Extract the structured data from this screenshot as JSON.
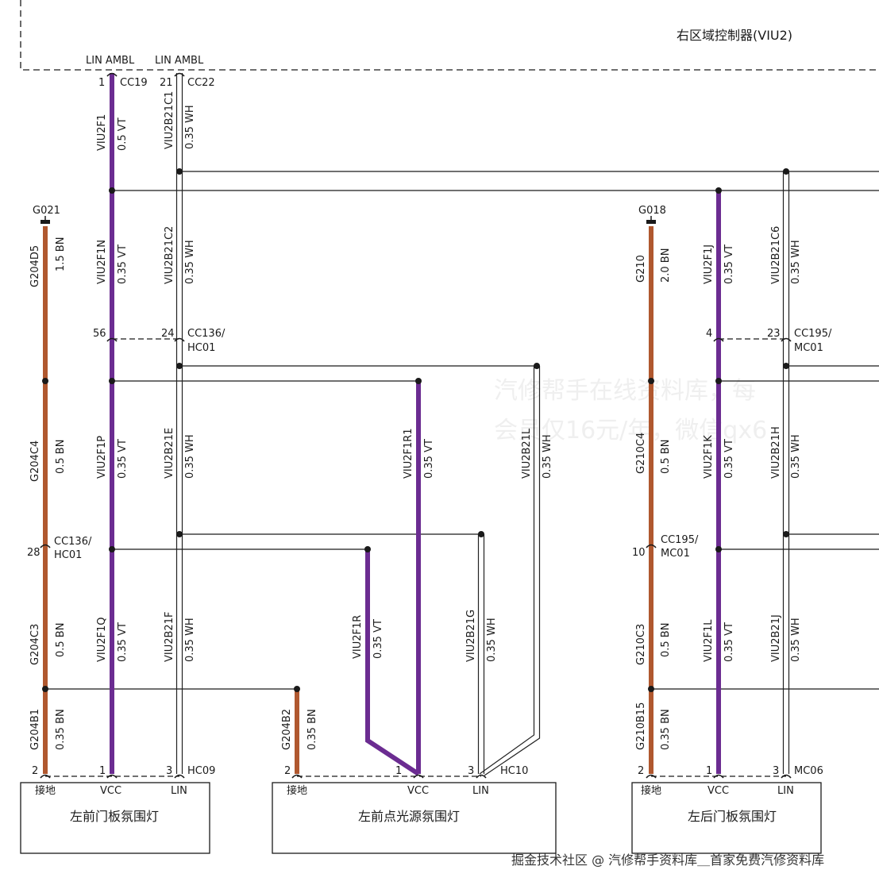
{
  "controller": {
    "name": "右区域控制器(VIU2)",
    "pin_labels": [
      "LIN AMBL",
      "LIN AMBL"
    ],
    "pins": [
      {
        "pin": "1",
        "connector": "CC19"
      },
      {
        "pin": "21",
        "connector": "CC22"
      }
    ]
  },
  "colors": {
    "wire_vt": "#6b2c91",
    "wire_bn": "#b0582f",
    "wire_wh_outline": "#222222",
    "line": "#1a1a1a"
  },
  "grounds": [
    {
      "name": "G021"
    },
    {
      "name": "G018"
    }
  ],
  "inline_connectors": [
    {
      "name": "CC136/",
      "sub": "HC01",
      "pins": [
        "56",
        "24"
      ]
    },
    {
      "name": "CC195/",
      "sub": "MC01",
      "pins": [
        "4",
        "23"
      ]
    },
    {
      "name": "CC136/",
      "sub": "HC01",
      "pins": [
        "28"
      ]
    },
    {
      "name": "CC195/",
      "sub": "MC01",
      "pins": [
        "10"
      ]
    }
  ],
  "wires": [
    {
      "id": "VIU2F1",
      "spec": "0.5 VT"
    },
    {
      "id": "VIU2B21C1",
      "spec": "0.35 WH"
    },
    {
      "id": "VIU2F1N",
      "spec": "0.35 VT"
    },
    {
      "id": "VIU2B21C2",
      "spec": "0.35 WH"
    },
    {
      "id": "G204D5",
      "spec": "1.5 BN"
    },
    {
      "id": "G210",
      "spec": "2.0 BN"
    },
    {
      "id": "VIU2F1J",
      "spec": "0.35 VT"
    },
    {
      "id": "VIU2B21C6",
      "spec": "0.35 WH"
    },
    {
      "id": "G204C4",
      "spec": "0.5 BN"
    },
    {
      "id": "VIU2F1P",
      "spec": "0.35 VT"
    },
    {
      "id": "VIU2B21E",
      "spec": "0.35 WH"
    },
    {
      "id": "VIU2F1R1",
      "spec": "0.35 VT"
    },
    {
      "id": "VIU2B21L",
      "spec": "0.35 WH"
    },
    {
      "id": "G210C4",
      "spec": "0.5 BN"
    },
    {
      "id": "VIU2F1K",
      "spec": "0.35 VT"
    },
    {
      "id": "VIU2B21H",
      "spec": "0.35 WH"
    },
    {
      "id": "G204C3",
      "spec": "0.5 BN"
    },
    {
      "id": "VIU2F1Q",
      "spec": "0.35 VT"
    },
    {
      "id": "VIU2B21F",
      "spec": "0.35 WH"
    },
    {
      "id": "VIU2F1R",
      "spec": "0.35 VT"
    },
    {
      "id": "VIU2B21G",
      "spec": "0.35 WH"
    },
    {
      "id": "G210C3",
      "spec": "0.5 BN"
    },
    {
      "id": "VIU2F1L",
      "spec": "0.35 VT"
    },
    {
      "id": "VIU2B21J",
      "spec": "0.35 WH"
    },
    {
      "id": "G204B1",
      "spec": "0.35 BN"
    },
    {
      "id": "G204B2",
      "spec": "0.35 BN"
    },
    {
      "id": "G210B15",
      "spec": "0.35 BN"
    }
  ],
  "components": [
    {
      "name": "左前门板氛围灯",
      "connector": "HC09",
      "pins": [
        "2",
        "1",
        "3"
      ],
      "pin_labels": [
        "接地",
        "VCC",
        "LIN"
      ]
    },
    {
      "name": "左前点光源氛围灯",
      "connector": "HC10",
      "pins": [
        "2",
        "1",
        "3"
      ],
      "pin_labels": [
        "接地",
        "VCC",
        "LIN"
      ]
    },
    {
      "name": "左后门板氛围灯",
      "connector": "MC06",
      "pins": [
        "2",
        "1",
        "3"
      ],
      "pin_labels": [
        "接地",
        "VCC",
        "LIN"
      ]
    }
  ],
  "watermark": {
    "line1": "汽修帮手在线资料库，每",
    "line2": "会员仅16元/年，微信qx6"
  },
  "footer": "掘金技术社区 @ 汽修帮手资料库＿首家免费汽修资料库"
}
